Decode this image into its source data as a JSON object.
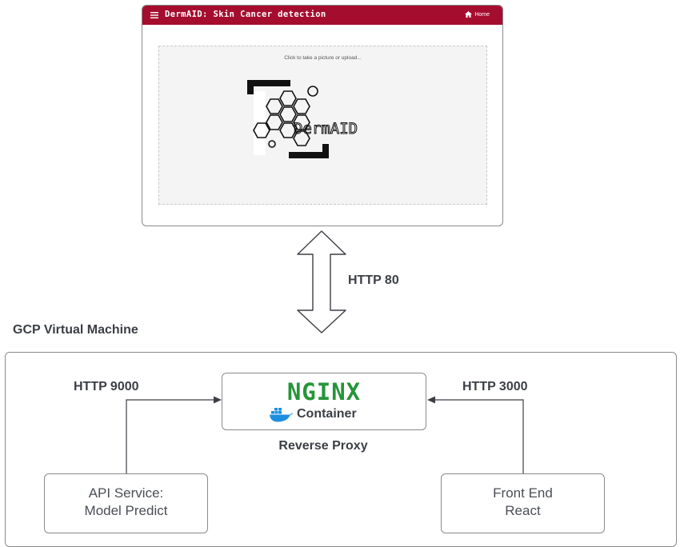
{
  "browser": {
    "app_title": "DermAID: Skin Cancer detection",
    "home_label": "Home",
    "upload_prompt": "Click to take a picture or upload...",
    "logo_text": "DermAID"
  },
  "arrow_top": {
    "label": "HTTP 80"
  },
  "vm": {
    "title": "GCP Virtual Machine",
    "proxy": {
      "logo_text": "NGINX",
      "container_label": "Container",
      "caption": "Reverse Proxy"
    },
    "api": {
      "port_label": "HTTP 9000",
      "line1": "API Service:",
      "line2": "Model Predict"
    },
    "frontend": {
      "port_label": "HTTP 3000",
      "line1": "Front End",
      "line2": "React"
    }
  },
  "colors": {
    "appbar": "#a50d2e",
    "nginx": "#269539",
    "docker": "#1d8fe0",
    "text": "#3b3f45"
  }
}
